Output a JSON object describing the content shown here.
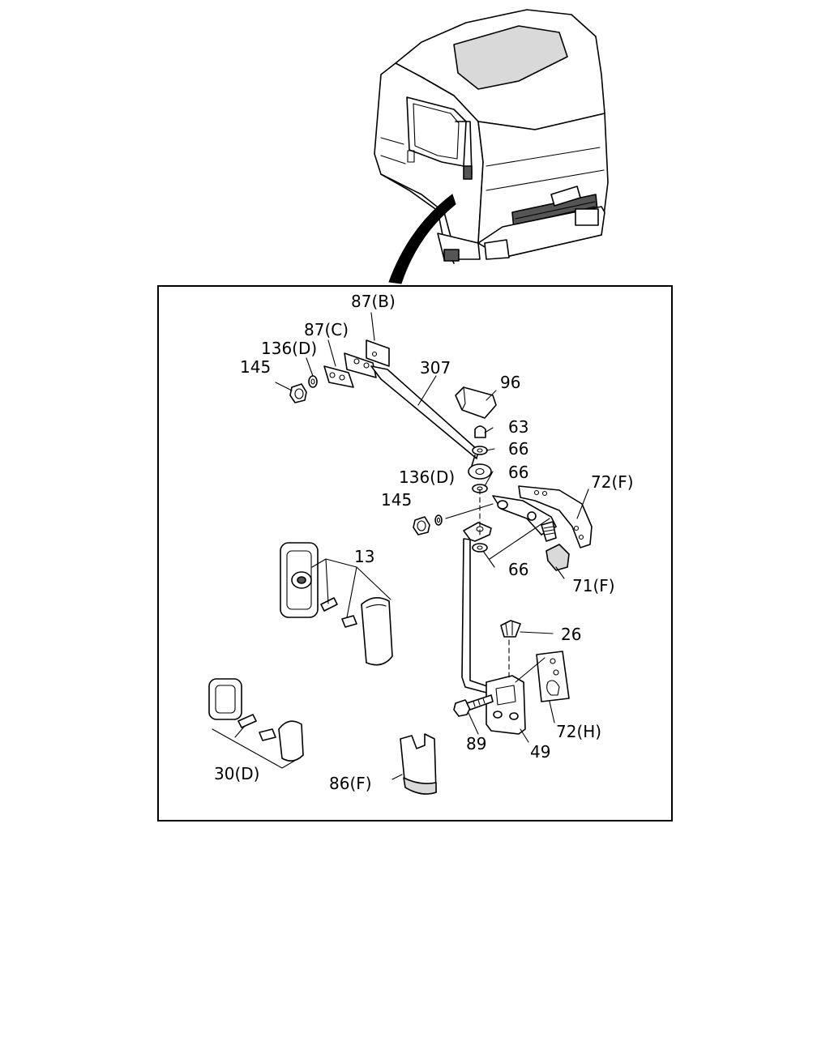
{
  "callouts": {
    "c87b": "87(B)",
    "c87c": "87(C)",
    "c136d_top": "136(D)",
    "c145_top": "145",
    "c307": "307",
    "c96": "96",
    "c63": "63",
    "c66_a": "66",
    "c66_b": "66",
    "c136d_mid": "136(D)",
    "c145_mid": "145",
    "c72f": "72(F)",
    "c13": "13",
    "c66_c": "66",
    "c71f": "71(F)",
    "c26": "26",
    "c72h": "72(H)",
    "c89": "89",
    "c49": "49",
    "c30d": "30(D)",
    "c86f": "86(F)"
  }
}
